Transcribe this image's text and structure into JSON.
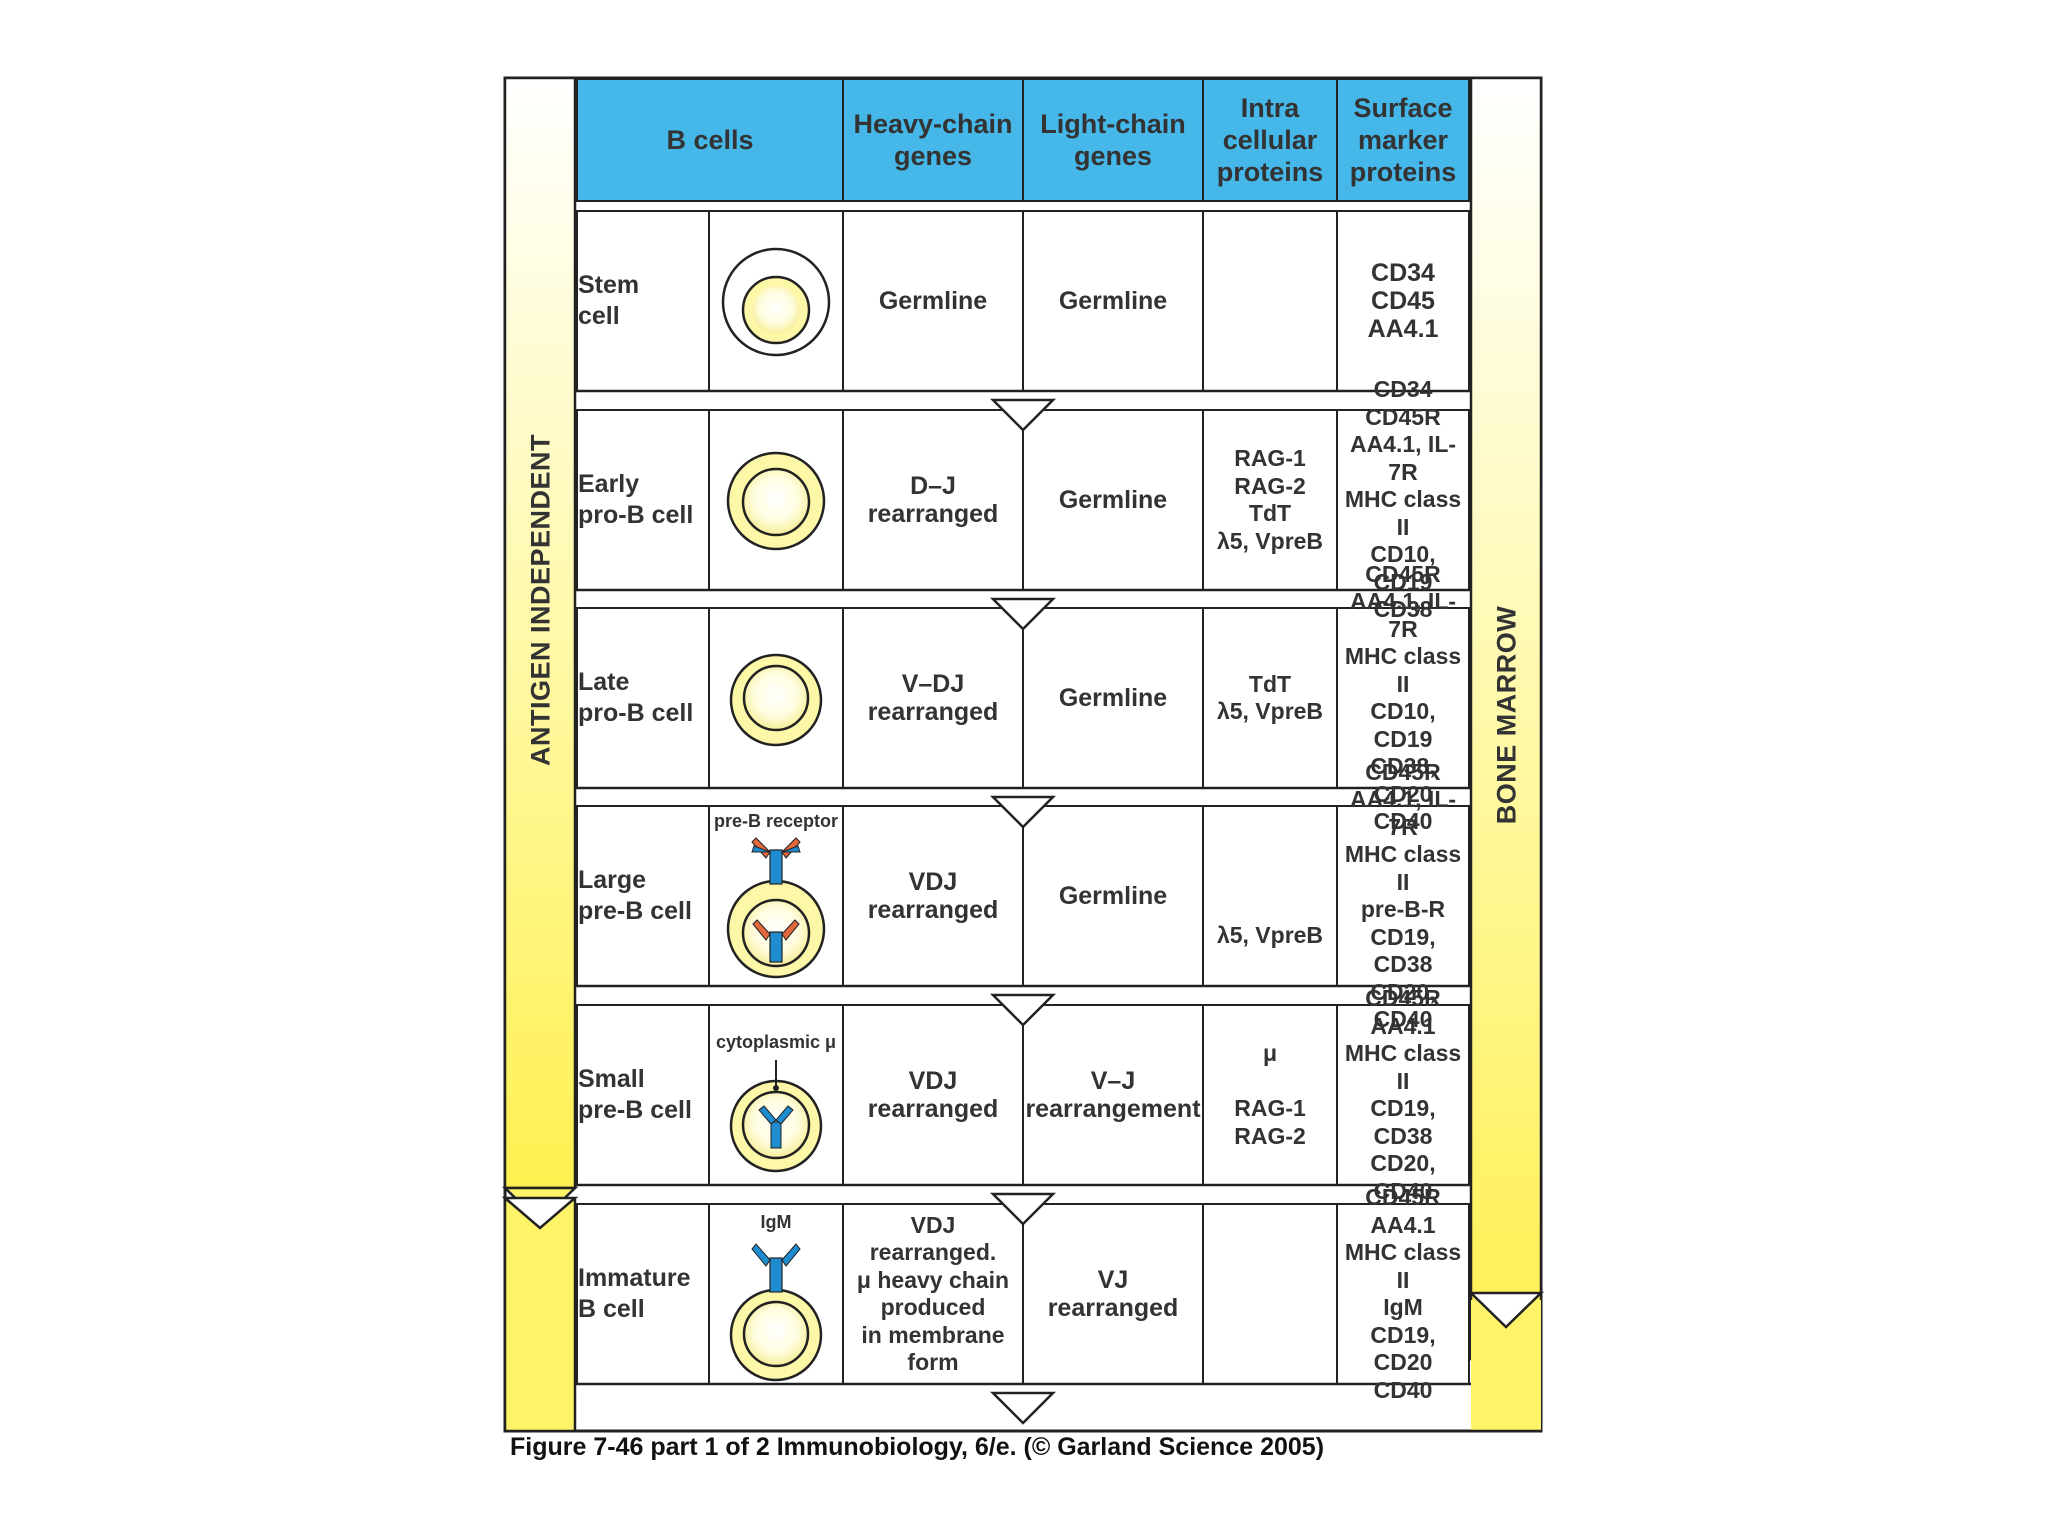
{
  "headers": {
    "b_cells": "B  cells",
    "heavy_chain": "Heavy-chain\ngenes",
    "light_chain": "Light-chain\ngenes",
    "intracellular": "Intra\ncellular\nproteins",
    "surface": "Surface\nmarker\nproteins"
  },
  "side_labels": {
    "left": "ANTIGEN INDEPENDENT",
    "right": "BONE MARROW"
  },
  "rows": [
    {
      "stage": "Stem\ncell",
      "heavy": "Germline",
      "light": "Germline",
      "intra": "",
      "surface": "CD34\nCD45\nAA4.1"
    },
    {
      "stage": "Early\npro-B cell",
      "heavy": "D–J\nrearranged",
      "light": "Germline",
      "intra": "RAG-1\nRAG-2\nTdT\nλ5, VpreB",
      "surface": "CD34\nCD45R\nAA4.1, IL-7R\nMHC class II\nCD10, CD19\nCD38"
    },
    {
      "stage": "Late\npro-B cell",
      "heavy": "V–DJ\nrearranged",
      "light": "Germline",
      "intra": "TdT\nλ5, VpreB",
      "surface": "CD45R\nAA4.1, IL-7R\nMHC class II\nCD10, CD19\nCD38, CD20\nCD40"
    },
    {
      "stage": "Large\npre-B cell",
      "cell_label": "pre-B receptor",
      "heavy": "VDJ\nrearranged",
      "light": "Germline",
      "intra": "λ5, VpreB",
      "surface": "CD45R\nAA4.1, IL-7R\nMHC class II\npre-B-R\nCD19, CD38\nCD20, CD40"
    },
    {
      "stage": "Small\npre-B  cell",
      "cell_label": "cytoplasmic μ",
      "heavy": "VDJ\nrearranged",
      "light": "V–J\nrearrangement",
      "intra": "μ\n\nRAG-1\nRAG-2",
      "surface": "CD45R\nAA4.1\nMHC class II\nCD19, CD38\nCD20, CD40"
    },
    {
      "stage": "Immature\nB  cell",
      "cell_label": "IgM",
      "heavy": "VDJ\nrearranged.\nμ heavy chain\nproduced\nin  membrane\nform",
      "light": "VJ\nrearranged",
      "intra": "",
      "surface": "CD45R\nAA4.1\nMHC class II\nIgM\nCD19, CD20\nCD40"
    }
  ],
  "caption": "Figure 7-46 part 1 of 2  Immunobiology, 6/e. (© Garland Science 2005)",
  "colors": {
    "header_blue": "#45b7e8",
    "yellow_band": "#fff36a",
    "cell_fill": "#fdf7a8",
    "receptor_blue": "#1f8ccf",
    "receptor_orange": "#e2683e"
  }
}
